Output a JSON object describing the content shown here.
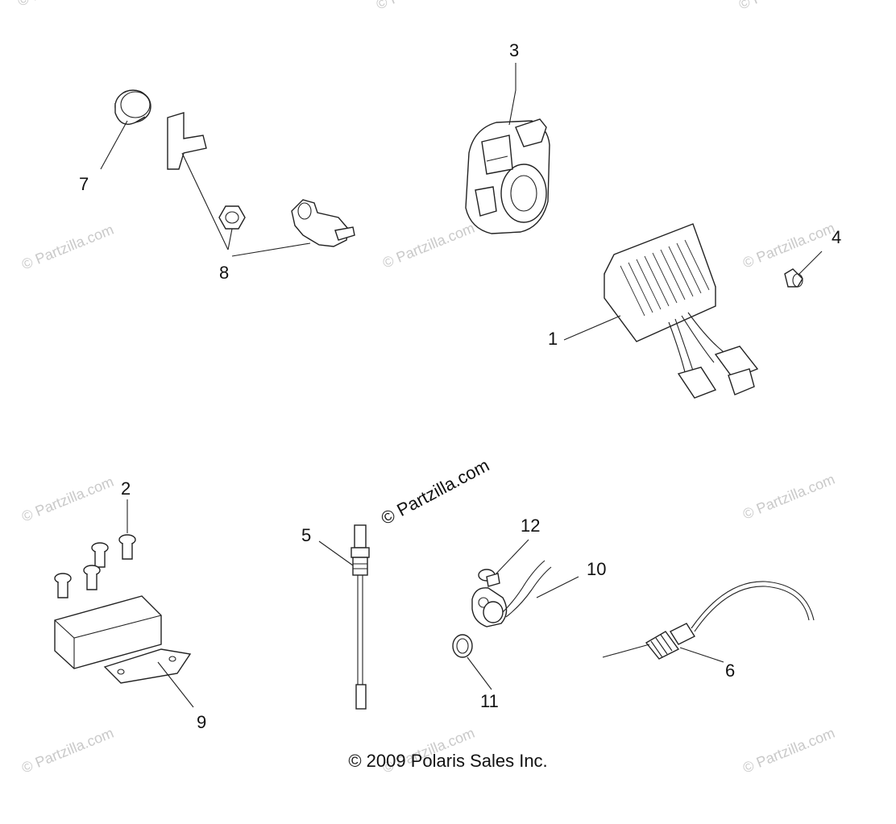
{
  "watermarks": {
    "text": "© Partzilla.com",
    "center_text": "© Partzilla.com"
  },
  "callouts": {
    "c1": "1",
    "c2": "2",
    "c3": "3",
    "c4": "4",
    "c5": "5",
    "c6": "6",
    "c7": "7",
    "c8": "8",
    "c9": "9",
    "c10": "10",
    "c11": "11",
    "c12": "12"
  },
  "footer": {
    "copyright": "© 2009 Polaris Sales Inc."
  }
}
